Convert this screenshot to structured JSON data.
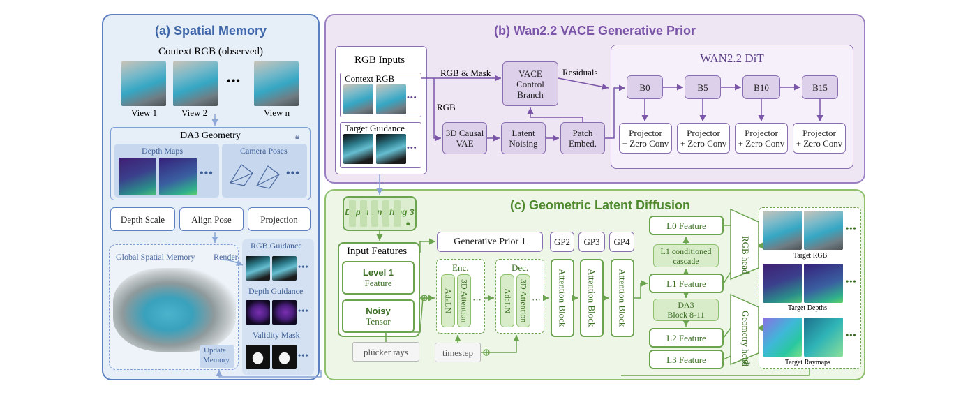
{
  "panel_a": {
    "title": "(a) Spatial Memory",
    "context_rgb": "Context RGB (observed)",
    "view1": "View 1",
    "view2": "View 2",
    "viewn": "View n",
    "ellipsis": "•••",
    "da3": "DA3 Geometry",
    "depth_maps": "Depth Maps",
    "camera_poses": "Camera Poses",
    "depth_scale": "Depth Scale",
    "align_pose": "Align Pose",
    "projection": "Projection",
    "global_memory": "Global Spatial Memory",
    "render": "Render",
    "rgb_guidance": "RGB Guidance",
    "depth_guidance": "Depth Guidance",
    "validity_mask": "Validity Mask",
    "update_memory_1": "Update",
    "update_memory_2": "Memory"
  },
  "panel_b": {
    "title": "(b) Wan2.2 VACE Generative Prior",
    "rgb_inputs": "RGB Inputs",
    "context_rgb": "Context RGB",
    "target_guidance": "Target Guidance",
    "rgb_mask": "RGB & Mask",
    "rgb": "RGB",
    "residuals": "Residuals",
    "vace_1": "VACE",
    "vace_2": "Control",
    "vace_3": "Branch",
    "vae_1": "3D Causal",
    "vae_2": "VAE",
    "noising_1": "Latent",
    "noising_2": "Noising",
    "patch_1": "Patch",
    "patch_2": "Embed.",
    "dit": "WAN2.2 DiT",
    "b0": "B0",
    "b5": "B5",
    "b10": "B10",
    "b15": "B15",
    "proj_1": "Projector",
    "proj_2": "+ Zero Conv"
  },
  "panel_c": {
    "title": "(c) Geometric Latent Diffusion",
    "da3": "Depth Anything 3",
    "input_features": "Input Features",
    "level1_a": "Level 1",
    "level1_b": "Feature",
    "noisy_a": "Noisy",
    "noisy_b": "Tensor",
    "plucker": "plücker rays",
    "timestep": "timestep",
    "gen_prior": "Generative Prior 1",
    "gp2": "GP2",
    "gp3": "GP3",
    "gp4": "GP4",
    "enc": "Enc.",
    "dec": "Dec.",
    "adaln": "AdaLN",
    "attn3d": "3D Attention",
    "attn_block": "Attention Block",
    "l0": "L0 Feature",
    "l1": "L1 Feature",
    "l2": "L2 Feature",
    "l3": "L3 Feature",
    "cascade_1": "L1 conditioned",
    "cascade_2": "cascade",
    "da3_block_1": "DA3",
    "da3_block_2": "Block 8-11",
    "rgb_head": "RGB head",
    "geometry_head": "Geometry head",
    "target_rgb": "Target RGB",
    "target_depths": "Target Depths",
    "target_raymaps": "Target Raymaps"
  },
  "colors": {
    "blue": "#5b7fbf",
    "purple": "#8a6fb0",
    "green": "#6ba34f"
  }
}
